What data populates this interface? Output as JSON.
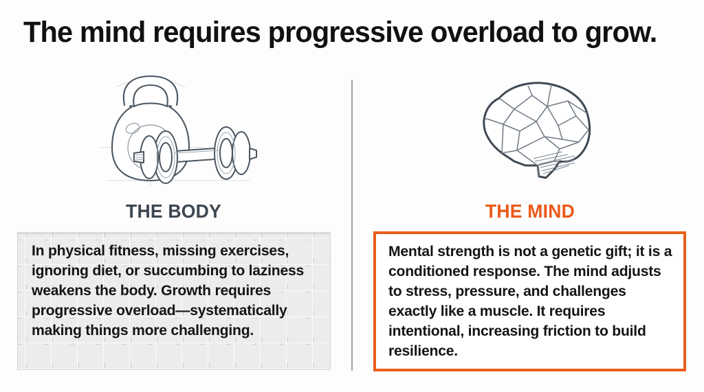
{
  "slide": {
    "title": "The mind requires progressive overload to grow.",
    "background_color": "#fdfdfd",
    "accent_color": "#ea5f1c",
    "muted_color": "#3e4751"
  },
  "columns": [
    {
      "id": "body",
      "illustration": "kettlebell-dumbbell-illustration",
      "heading": "THE BODY",
      "heading_color": "#3e4751",
      "body_text": "In physical fitness, missing exercises, ignoring diet, or succumbing to laziness weakens the body. Growth requires progressive overload—systematically making things more challenging.",
      "box_style": "gray-grid-panel"
    },
    {
      "id": "mind",
      "illustration": "low-poly-brain-illustration",
      "heading": "THE MIND",
      "heading_color": "#ea5a1a",
      "body_text": "Mental strength is not a genetic gift; it is a conditioned response. The mind adjusts to stress, pressure, and challenges exactly like a muscle. It requires intentional, increasing friction to build resilience.",
      "box_style": "orange-outlined-panel"
    }
  ]
}
